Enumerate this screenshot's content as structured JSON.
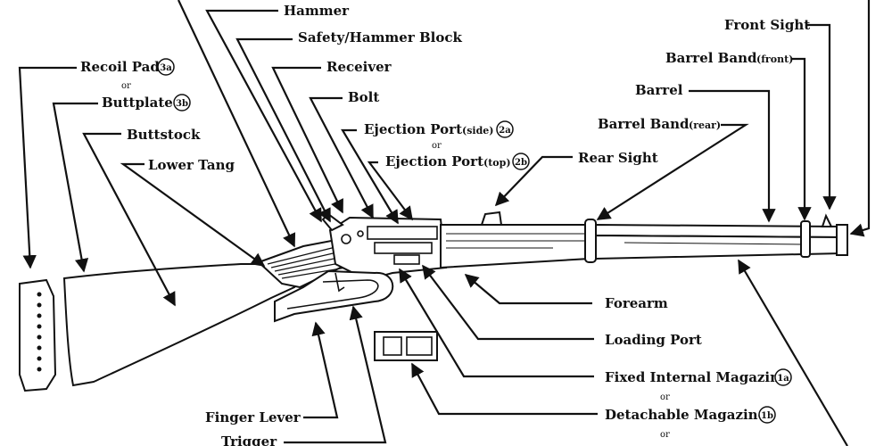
{
  "colors": {
    "ink": "#111111",
    "background": "#ffffff"
  },
  "labels": {
    "hammer": "Hammer",
    "safety": "Safety/Hammer Block",
    "receiver": "Receiver",
    "bolt": "Bolt",
    "ejection_side": "Ejection Port",
    "ejection_side_suffix": "(side)",
    "ejection_top": "Ejection Port",
    "ejection_top_suffix": "(top)",
    "rear_sight": "Rear Sight",
    "front_sight": "Front Sight",
    "barrel_band_front": "Barrel Band",
    "barrel_band_front_suffix": "(front)",
    "barrel": "Barrel",
    "barrel_band_rear": "Barrel Band",
    "barrel_band_rear_suffix": "(rear)",
    "recoil_pad": "Recoil Pad",
    "buttplate": "Buttplate",
    "buttstock": "Buttstock",
    "lower_tang": "Lower Tang",
    "forearm": "Forearm",
    "loading_port": "Loading Port",
    "fixed_magazine": "Fixed Internal Magazine",
    "detachable_magazine": "Detachable Magazine",
    "finger_lever": "Finger Lever",
    "trigger": "Trigger",
    "or_word": "or"
  },
  "footnotes": {
    "recoil_pad": "3a",
    "buttplate": "3b",
    "ejection_side": "2a",
    "ejection_top": "2b",
    "fixed_magazine": "1a",
    "detachable_magazine": "1b"
  }
}
